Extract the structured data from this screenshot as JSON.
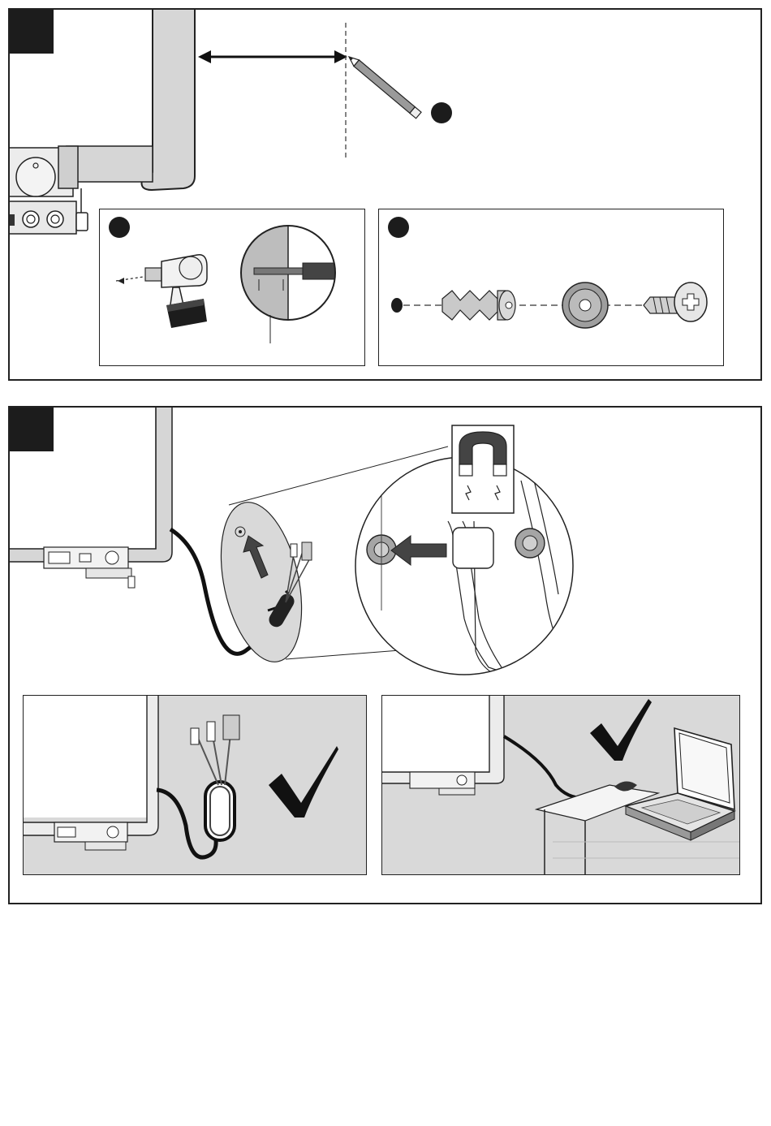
{
  "page": {
    "background": "#ffffff",
    "ink": "#1c1c1c",
    "wall_gray": "#d9d9d9",
    "part_gray": "#b5b5b5"
  },
  "panels": [
    {
      "id": "step-1",
      "icons": [
        "whiteboard-frame-icon",
        "measure-arrow-icon",
        "pencil-icon",
        "pen-tray-icon"
      ],
      "callouts": [
        {
          "id": "mark-position",
          "icons": [
            "pencil-icon"
          ]
        },
        {
          "id": "drill-hole",
          "icons": [
            "drill-icon",
            "drill-hole-detail-icon"
          ]
        },
        {
          "id": "anchor-assembly",
          "icons": [
            "hole-icon",
            "wall-anchor-icon",
            "magnetic-washer-icon",
            "screw-icon"
          ]
        }
      ]
    },
    {
      "id": "step-2",
      "icons": [
        "whiteboard-frame-icon",
        "cable-icon",
        "cable-clip-icon",
        "arrow-up-icon",
        "magnet-icon",
        "arrow-left-icon"
      ],
      "callouts": [
        {
          "id": "cable-stored-on-wall",
          "icons": [
            "cable-bundle-icon",
            "checkmark-icon"
          ]
        },
        {
          "id": "cable-connected-to-laptop",
          "icons": [
            "laptop-icon",
            "checkmark-icon"
          ]
        }
      ]
    }
  ]
}
